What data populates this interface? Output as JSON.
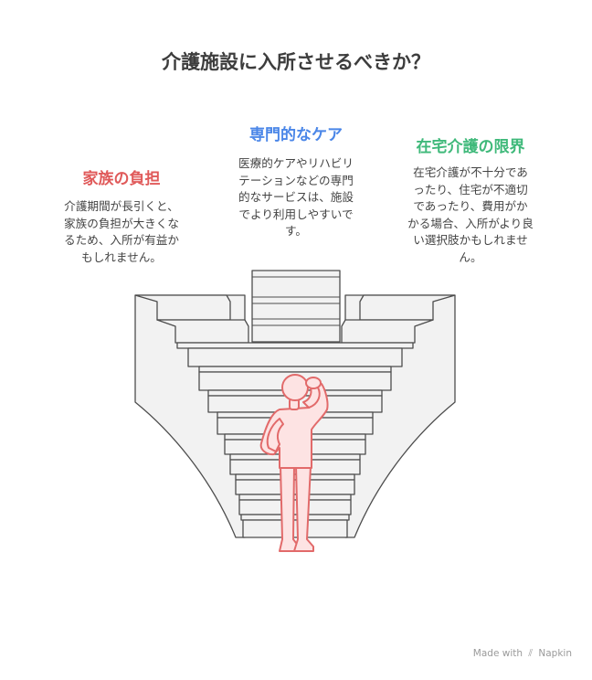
{
  "title": "介護施設に入所させるべきか？",
  "columns": [
    {
      "heading": "家族の負担",
      "body": "介護期間が長引くと、\n家族の負担が大きくな\nるため、入所が有益か\nもしれません。",
      "color": "#e05a5a"
    },
    {
      "heading": "専門的なケア",
      "body": "医療的ケアやリハビリ\nテーションなどの専門\n的なサービスは、施設\nでより利用しやすいで\nす。",
      "color": "#4a86e8"
    },
    {
      "heading": "在宅介護の限界",
      "body": "在宅介護が不十分であ\nったり、住宅が不適切\nであったり、費用がか\nかる場合、入所がより良\nい選択肢かもしれませ\nん。",
      "color": "#3fb97a"
    }
  ],
  "illustration": {
    "stair_fill": "#f2f2f2",
    "stair_stroke": "#4d4d4d",
    "figure_fill": "#fde3e3",
    "figure_stroke": "#e26a6a"
  },
  "footer": {
    "made_with": "Made with",
    "brand": "Napkin",
    "logo_icon": "napkin-logo-icon"
  }
}
